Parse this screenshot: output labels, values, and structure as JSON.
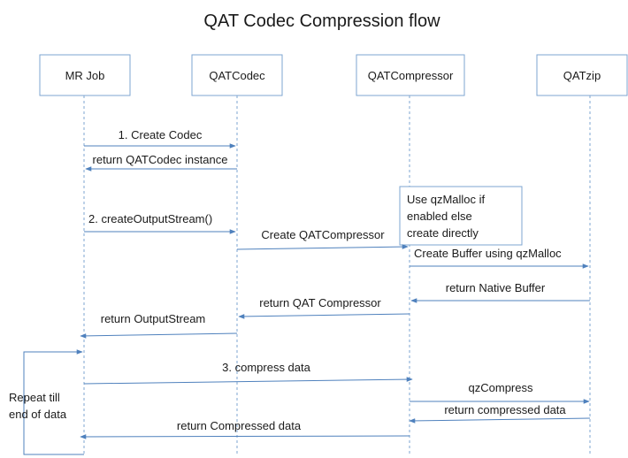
{
  "title": "QAT Codec Compression flow",
  "participants": [
    {
      "id": "mrjob",
      "label": "MR Job"
    },
    {
      "id": "qatcodec",
      "label": "QATCodec"
    },
    {
      "id": "qatcompressor",
      "label": "QATCompressor"
    },
    {
      "id": "qatzip",
      "label": "QATzip"
    }
  ],
  "messages": [
    {
      "id": "m1",
      "from": "mrjob",
      "to": "qatcodec",
      "label": "1. Create Codec"
    },
    {
      "id": "m2",
      "from": "qatcodec",
      "to": "mrjob",
      "label": "return  QATCodec instance"
    },
    {
      "id": "m3",
      "from": "mrjob",
      "to": "qatcodec",
      "label": "2. createOutputStream()"
    },
    {
      "id": "m4",
      "from": "qatcodec",
      "to": "qatcompressor",
      "label": "Create QATCompressor"
    },
    {
      "id": "m5",
      "from": "qatcompressor",
      "to": "qatzip",
      "label": "Create Buffer using qzMalloc"
    },
    {
      "id": "m6",
      "from": "qatzip",
      "to": "qatcompressor",
      "label": "return  Native Buffer"
    },
    {
      "id": "m7",
      "from": "qatcompressor",
      "to": "qatcodec",
      "label": "return  QAT Compressor"
    },
    {
      "id": "m8",
      "from": "qatcodec",
      "to": "mrjob",
      "label": "return  OutputStream"
    },
    {
      "id": "m9",
      "from": "mrjob",
      "to": "qatcompressor",
      "label": "3. compress data"
    },
    {
      "id": "m10",
      "from": "qatcompressor",
      "to": "qatzip",
      "label": "qzCompress"
    },
    {
      "id": "m11",
      "from": "qatzip",
      "to": "qatcompressor",
      "label": "return  compressed data"
    },
    {
      "id": "m12",
      "from": "qatcompressor",
      "to": "mrjob",
      "label": "return  Compressed data"
    }
  ],
  "note": {
    "lines": [
      "Use qzMalloc if",
      "enabled else",
      "create directly"
    ]
  },
  "loop": {
    "lines": [
      "Repeat till",
      "end of data"
    ]
  },
  "colors": {
    "box_border": "#7ea6d1",
    "arrow": "#4f81bd",
    "text": "#1a1a1a"
  }
}
